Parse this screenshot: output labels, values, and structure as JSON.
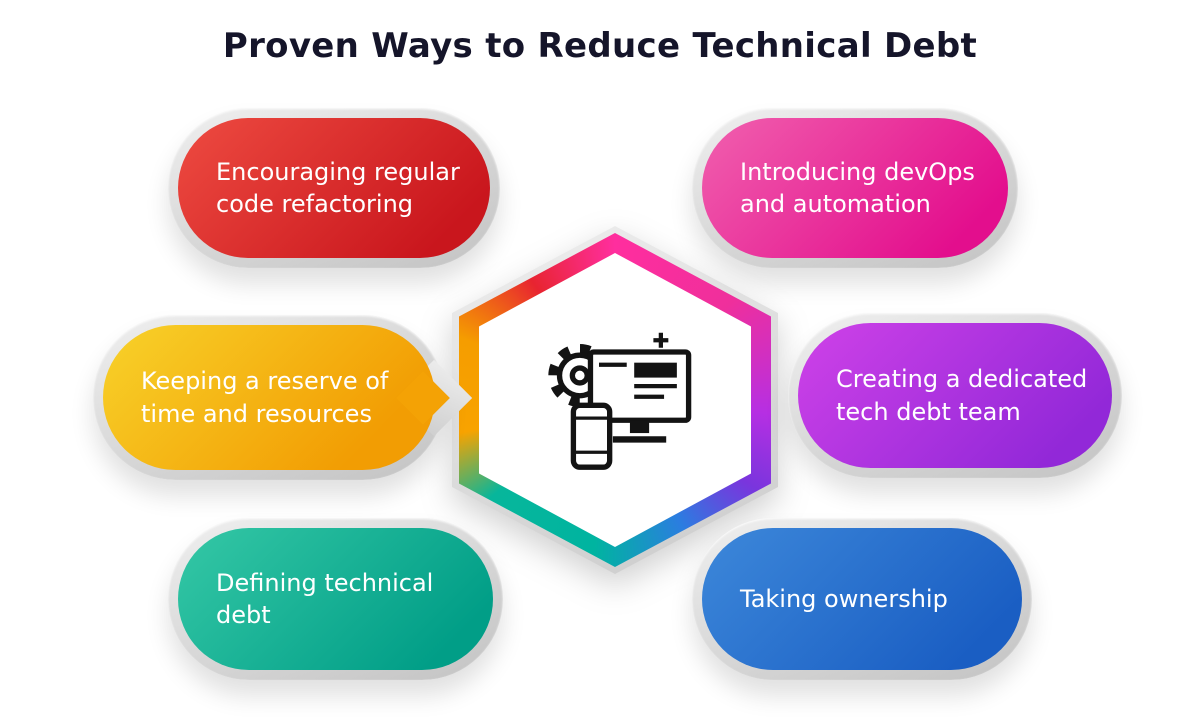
{
  "title": "Proven Ways to Reduce Technical Debt",
  "cards": [
    {
      "label": "Encouraging regular code refactoring",
      "position": "top-left",
      "color": "#d11c20"
    },
    {
      "label": "Introducing devOps and automation",
      "position": "top-right",
      "color": "#e81990"
    },
    {
      "label": "Keeping a reserve of time and resources",
      "position": "middle-left",
      "color": "#f4a205"
    },
    {
      "label": "Creating a dedicated tech debt team",
      "position": "middle-right",
      "color": "#a832e0"
    },
    {
      "label": "Defining technical debt",
      "position": "bottom-left",
      "color": "#0aa98c"
    },
    {
      "label": "Taking ownership",
      "position": "bottom-right",
      "color": "#2a70cc"
    }
  ],
  "center": {
    "icon": "computer-gear-phone-icon",
    "ring_colors": [
      "#e82430",
      "#ff2e9e",
      "#b62fe3",
      "#2b7de0",
      "#00b4a0",
      "#f59d00"
    ]
  },
  "colors": {
    "background": "#ffffff",
    "title_text": "#15152a",
    "card_text": "#ffffff",
    "bezel_silver": "#d6d6d6"
  }
}
